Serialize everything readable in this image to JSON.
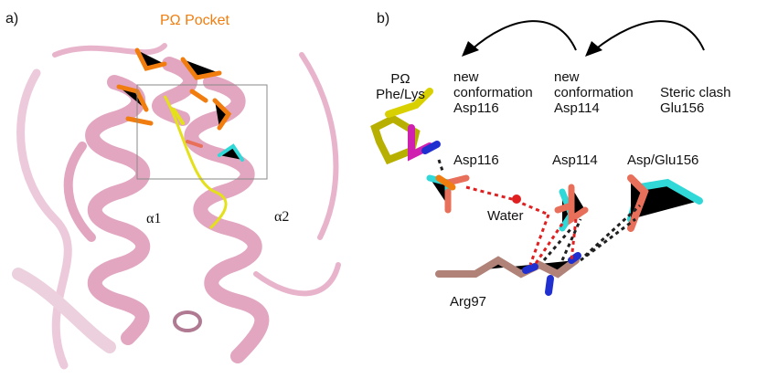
{
  "panel_a": {
    "label": "a)",
    "pocket_title": "PΩ  Pocket",
    "helix1": "α1",
    "helix2": "α2",
    "colors": {
      "protein": "#e8b4cc",
      "pocket": "#f07d0e",
      "ligand": "#e4e01a",
      "box": "#8a8a8a"
    }
  },
  "panel_b": {
    "label": "b)",
    "top_labels": [
      {
        "line1": "PΩ",
        "line2": "Phe/Lys"
      },
      {
        "line1": "new",
        "line2": "conformation",
        "line3": "Asp116"
      },
      {
        "line1": "new",
        "line2": "conformation",
        "line3": "Asp114"
      },
      {
        "line1": "Steric clash",
        "line2": "Glu156"
      }
    ],
    "residue_labels": [
      "Asp116",
      "Asp114",
      "Asp/Glu156",
      "Water",
      "Arg97"
    ],
    "colors": {
      "yellow": "#c8c000",
      "magenta": "#d020b0",
      "cyan": "#30d8d8",
      "salmon": "#e8705a",
      "brown": "#b08278",
      "hbond_red": "#e02020",
      "hbond_black": "#202020"
    }
  }
}
